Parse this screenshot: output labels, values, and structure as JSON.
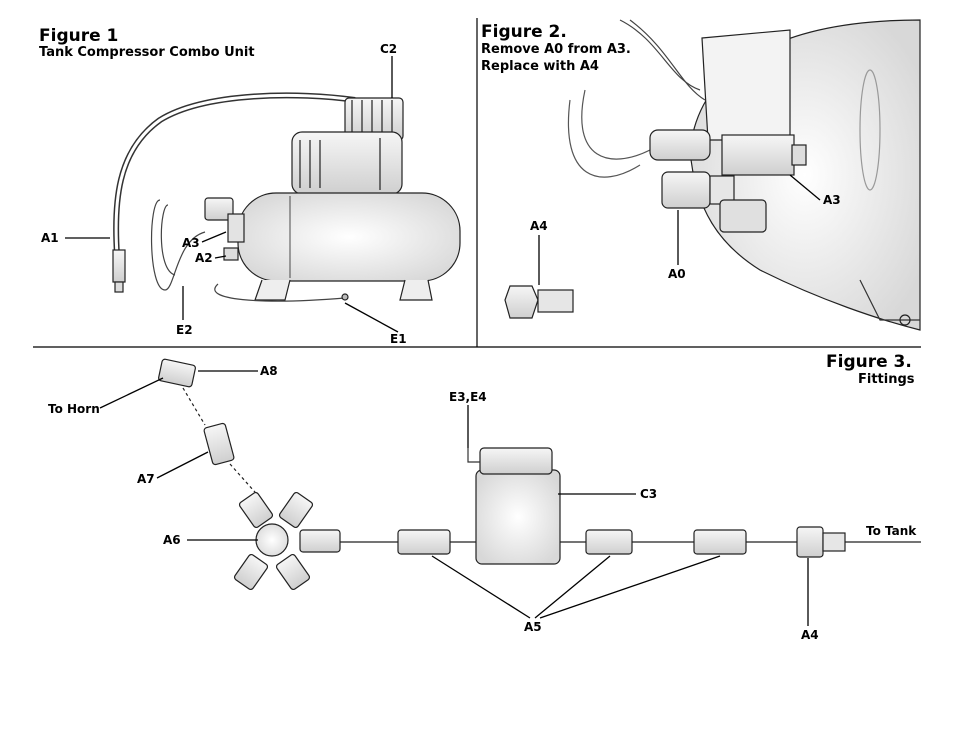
{
  "figure1": {
    "title": "Figure 1",
    "subtitle": "Tank Compressor Combo Unit",
    "labels": {
      "a1": "A1",
      "a2": "A2",
      "a3": "A3",
      "c2": "C2",
      "e1": "E1",
      "e2": "E2"
    }
  },
  "figure2": {
    "title": "Figure 2.",
    "line1": "Remove A0 from A3.",
    "line2": "Replace with A4",
    "labels": {
      "a0": "A0",
      "a3": "A3",
      "a4": "A4"
    }
  },
  "figure3": {
    "title": "Figure 3.",
    "subtitle": "Fittings",
    "labels": {
      "a8": "A8",
      "to_horn": "To Horn",
      "a7": "A7",
      "a6": "A6",
      "e3e4": "E3,E4",
      "c3": "C3",
      "a5": "A5",
      "a4": "A4",
      "to_tank": "To Tank"
    }
  },
  "colors": {
    "ink": "#000000",
    "sketch": "#3a3a3a",
    "background": "#ffffff"
  }
}
